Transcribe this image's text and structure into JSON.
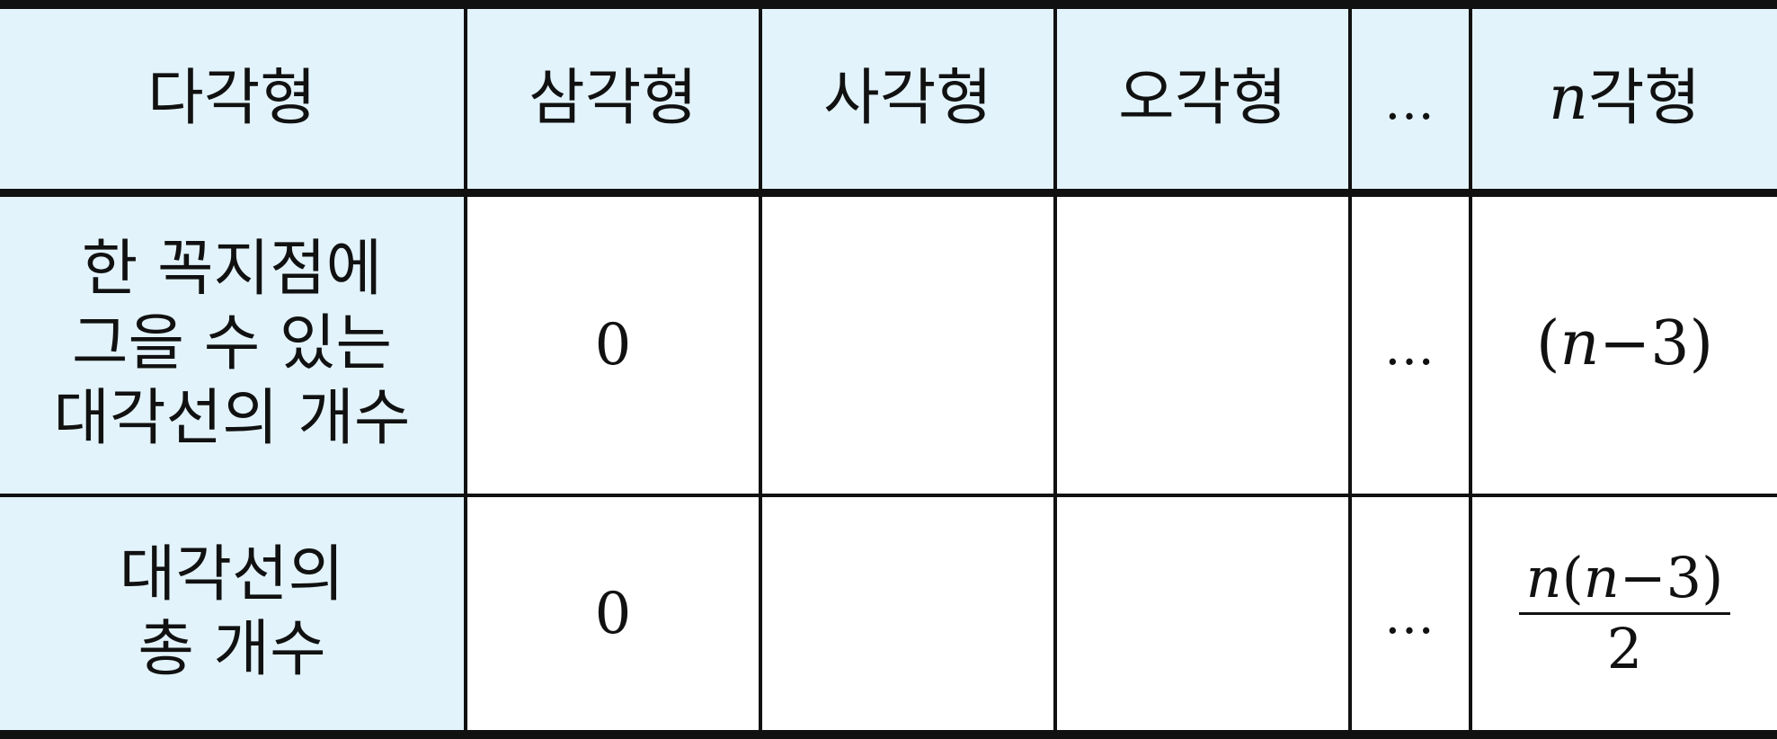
{
  "table": {
    "header": {
      "label": "다각형",
      "columns": [
        "삼각형",
        "사각형",
        "오각형"
      ],
      "ellipsis": "…",
      "last_var": "n",
      "last_suffix": "각형"
    },
    "row1": {
      "label_lines": [
        "한 꼭지점에",
        "그을 수 있는",
        "대각선의 개수"
      ],
      "values": [
        "0",
        "",
        ""
      ],
      "ellipsis": "…",
      "formula": {
        "open": "(",
        "var": "n",
        "rest": "−3)"
      }
    },
    "row2": {
      "label_lines": [
        "대각선의",
        "총 개수"
      ],
      "values": [
        "0",
        "",
        ""
      ],
      "ellipsis": "…",
      "formula": {
        "numerator_var": "n",
        "numerator_open": "(",
        "numerator_var2": "n",
        "numerator_rest": "−3)",
        "denominator": "2"
      }
    }
  },
  "colors": {
    "header_bg": "#e2f3fb",
    "border": "#111111",
    "text": "#111111"
  }
}
